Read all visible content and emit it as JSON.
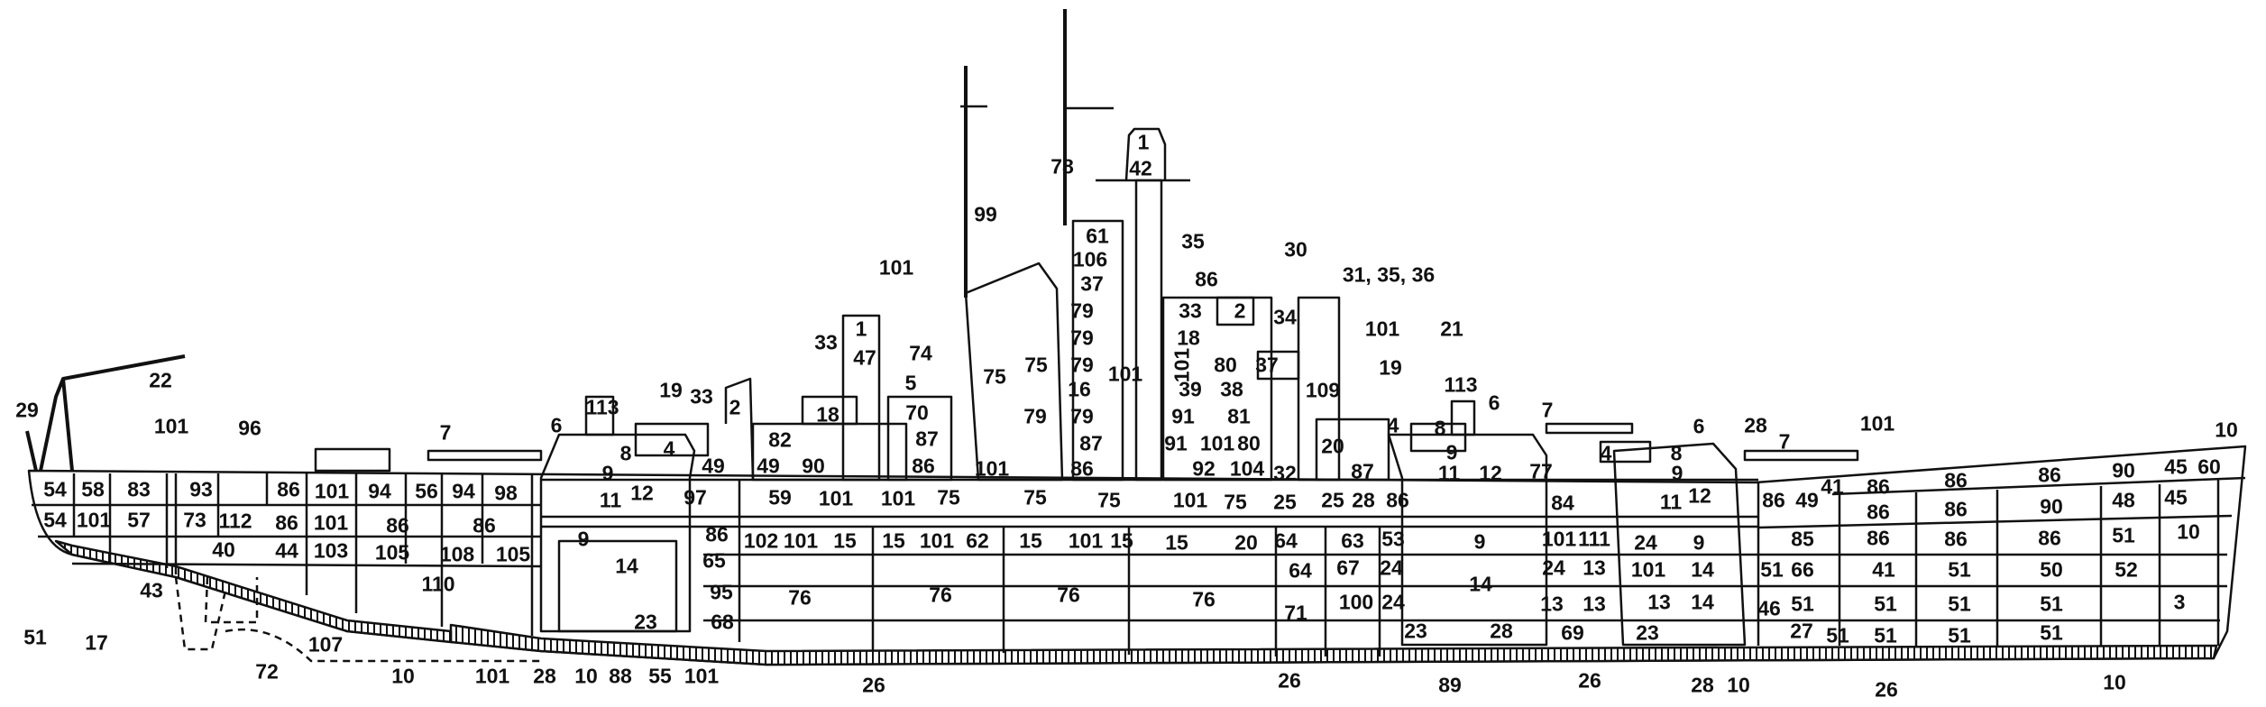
{
  "diagram": {
    "type": "ship inboard profile with numbered compartments",
    "colors": {
      "ink": "#111111",
      "background": "#ffffff"
    },
    "labels": [
      "29",
      "22",
      "101",
      "96",
      "7",
      "6",
      "54",
      "58",
      "83",
      "93",
      "86",
      "101",
      "94",
      "56",
      "94",
      "98",
      "54",
      "101",
      "57",
      "73",
      "112",
      "86",
      "101",
      "86",
      "86",
      "40",
      "44",
      "103",
      "105",
      "108",
      "105",
      "110",
      "43",
      "51",
      "17",
      "72",
      "107",
      "10",
      "101",
      "28",
      "113",
      "19",
      "33",
      "2",
      "8",
      "4",
      "9",
      "49",
      "49",
      "90",
      "82",
      "18",
      "70",
      "87",
      "86",
      "101",
      "79",
      "75",
      "75",
      "74",
      "5",
      "47",
      "1",
      "33",
      "101",
      "99",
      "11",
      "12",
      "97",
      "59",
      "101",
      "101",
      "75",
      "75",
      "9",
      "86",
      "102",
      "101",
      "15",
      "15",
      "101",
      "62",
      "15",
      "14",
      "65",
      "95",
      "68",
      "23",
      "76",
      "76",
      "76",
      "10",
      "88",
      "55",
      "101",
      "26",
      "78",
      "1",
      "42",
      "61",
      "35",
      "106",
      "86",
      "37",
      "79",
      "33",
      "2",
      "18",
      "79",
      "79",
      "101",
      "101",
      "80",
      "37",
      "16",
      "39",
      "38",
      "79",
      "91",
      "81",
      "87",
      "91",
      "101",
      "80",
      "86",
      "92",
      "104",
      "30",
      "31, 35, 36",
      "34",
      "101",
      "21",
      "19",
      "113",
      "6",
      "7",
      "109",
      "20",
      "4",
      "8",
      "9",
      "11",
      "12",
      "87",
      "77",
      "4",
      "32",
      "75",
      "101",
      "75",
      "25",
      "25",
      "28",
      "86",
      "84",
      "101",
      "15",
      "15",
      "20",
      "64",
      "63",
      "53",
      "9",
      "101",
      "111",
      "64",
      "67",
      "24",
      "24",
      "13",
      "76",
      "71",
      "100",
      "24",
      "14",
      "13",
      "13",
      "23",
      "28",
      "69",
      "26",
      "89",
      "26",
      "6",
      "28",
      "7",
      "101",
      "10",
      "8",
      "9",
      "11",
      "12",
      "86",
      "49",
      "41",
      "86",
      "86",
      "86",
      "90",
      "45",
      "60",
      "86",
      "86",
      "90",
      "48",
      "45",
      "24",
      "9",
      "85",
      "86",
      "86",
      "86",
      "51",
      "10",
      "101",
      "14",
      "51",
      "66",
      "41",
      "51",
      "50",
      "52",
      "13",
      "14",
      "46",
      "51",
      "51",
      "51",
      "51",
      "3",
      "23",
      "27",
      "51",
      "51",
      "51",
      "51",
      "28",
      "10",
      "26",
      "10"
    ]
  }
}
